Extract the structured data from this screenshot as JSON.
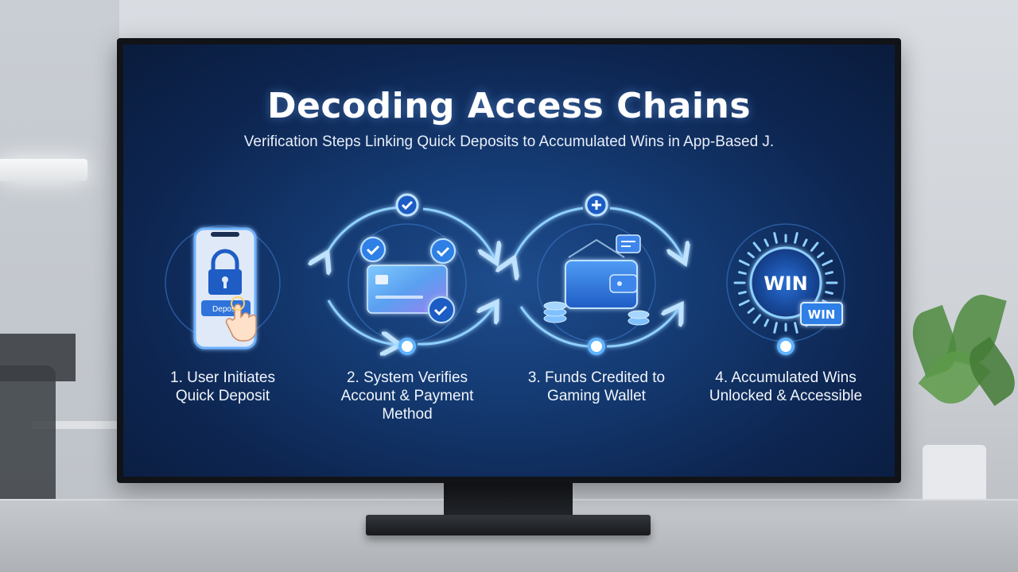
{
  "title": "Decoding Access Chains",
  "subtitle": "Verification Steps Linking Quick Deposits to Accumulated Wins in App-Based J.",
  "steps": [
    {
      "label_line1": "1. User Initiates",
      "label_line2": "Quick Deposit",
      "label_line3": ""
    },
    {
      "label_line1": "2. System Verifies",
      "label_line2": "Account & Payment",
      "label_line3": "Method"
    },
    {
      "label_line1": "3. Funds Credited to",
      "label_line2": "Gaming Wallet",
      "label_line3": ""
    },
    {
      "label_line1": "4. Accumulated Wins",
      "label_line2": "Unlocked & Accessible",
      "label_line3": ""
    }
  ],
  "phone_button": "Deposit",
  "win_badge_main": "WIN",
  "win_badge_small": "WIN",
  "colors": {
    "accent": "#5fb4ff",
    "glow": "#8fd0ff",
    "screen": "#143a72"
  }
}
